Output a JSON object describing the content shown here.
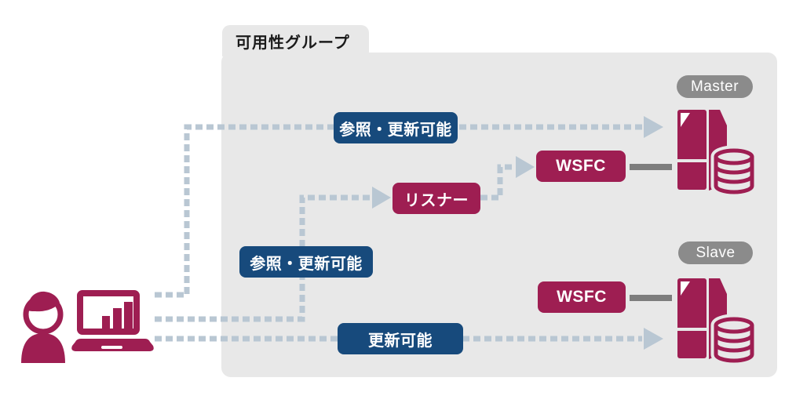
{
  "diagram": {
    "group_label": "可用性グループ",
    "edges": {
      "read_update_master": {
        "label": "参照・更新可能"
      },
      "read_update_listener": {
        "label": "参照・更新可能"
      },
      "update_slave": {
        "label": "更新可能"
      }
    },
    "nodes": {
      "listener": {
        "label": "リスナー"
      },
      "wsfc_master": {
        "label": "WSFC"
      },
      "wsfc_slave": {
        "label": "WSFC"
      }
    },
    "badges": {
      "master": "Master",
      "slave": "Slave"
    },
    "icons": {
      "client": "user-with-laptop-icon",
      "master_server": "server-with-database-icon",
      "slave_server": "server-with-database-icon"
    },
    "colors": {
      "accent_crimson": "#9e1e52",
      "accent_blue": "#174a7c",
      "panel_gray": "#e8e8e8",
      "badge_gray": "#8b8b8b",
      "dashed_connector": "#b9c7d3",
      "solid_connector": "#7d7d7d",
      "text_dark": "#1a1a1a"
    }
  }
}
